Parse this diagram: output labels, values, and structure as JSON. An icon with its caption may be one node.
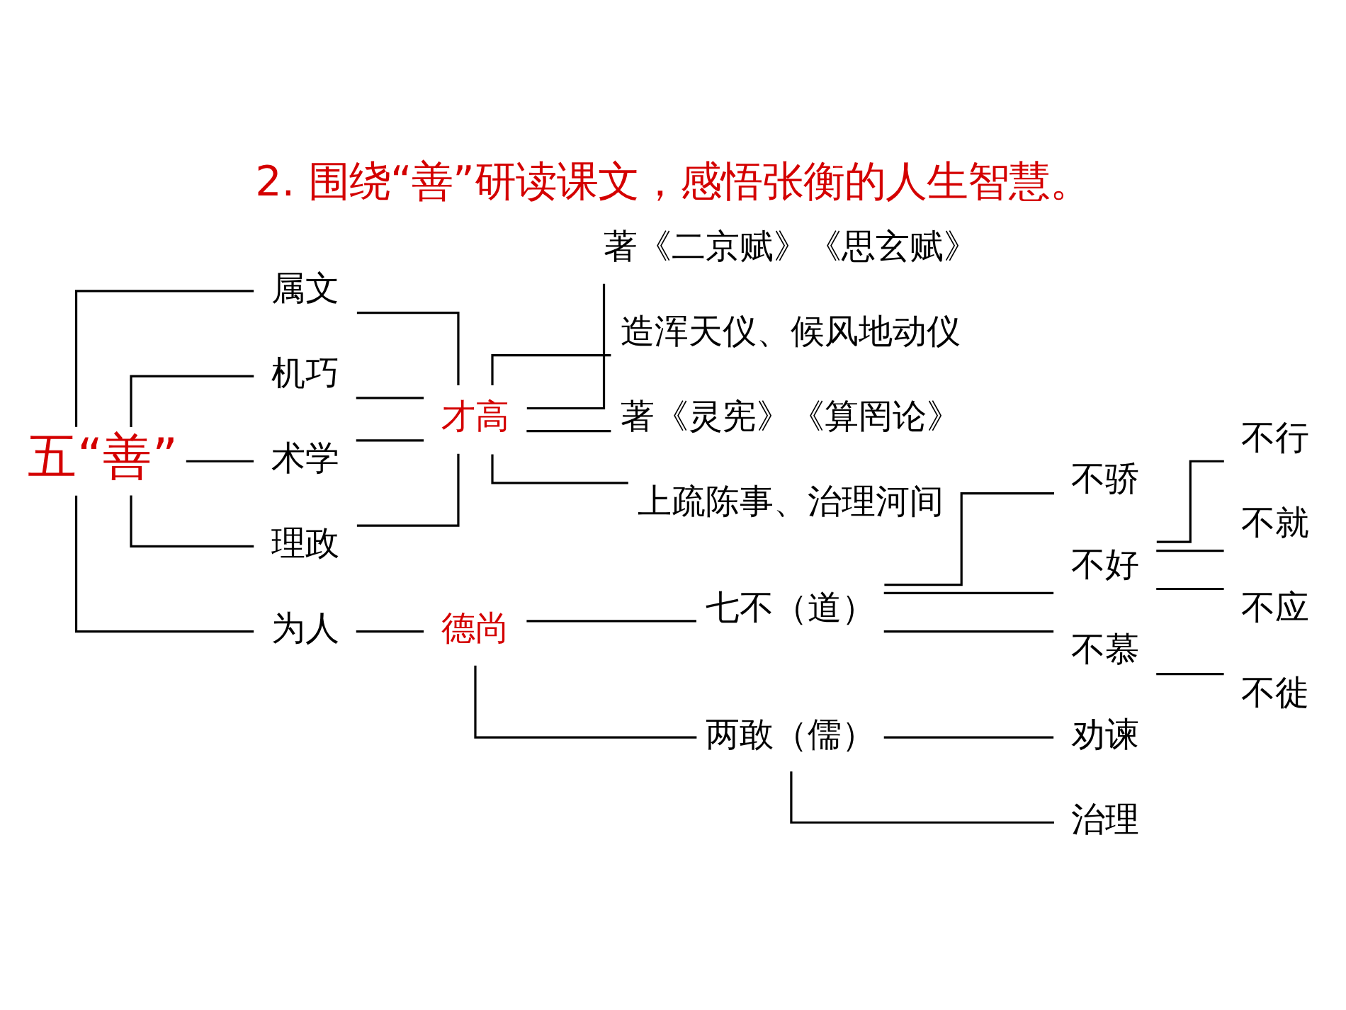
{
  "diagram": {
    "title": "2. 围绕“善”研读课文，感悟张衡的人生智慧。",
    "nodes": [
      {
        "text": [
          "五“善”"
        ]
      },
      {
        "text": [
          "属文"
        ]
      },
      {
        "text": [
          "机巧"
        ]
      },
      {
        "text": [
          "术学"
        ]
      },
      {
        "text": [
          "理政"
        ]
      },
      {
        "text": [
          "为人"
        ]
      },
      {
        "text": [
          "才高"
        ]
      },
      {
        "text": [
          "著《二京赋》《思玄赋》"
        ]
      },
      {
        "text": [
          "造浑天仪、候风地动仪"
        ]
      },
      {
        "text": [
          "著《灵宪》《算罔论》"
        ]
      },
      {
        "text": [
          "上疏陈事、治理河间"
        ]
      },
      {
        "text": [
          "德尚"
        ]
      },
      {
        "text": [
          "七不（道）"
        ]
      },
      {
        "text": [
          "两敢（儒）"
        ]
      },
      {
        "text": [
          "不骄"
        ]
      },
      {
        "text": [
          "不好"
        ]
      },
      {
        "text": [
          "不慕"
        ]
      },
      {
        "text": [
          "不行"
        ]
      },
      {
        "text": [
          "不就"
        ]
      },
      {
        "text": [
          "不应"
        ]
      },
      {
        "text": [
          "不徙"
        ]
      },
      {
        "text": [
          "劝谏"
        ]
      },
      {
        "text": [
          "治理"
        ]
      }
    ],
    "edges": [
      {
        "from": 0,
        "to": 1,
        "arrow": "none"
      },
      {
        "from": 0,
        "to": 2,
        "arrow": "none"
      },
      {
        "from": 0,
        "to": 3,
        "arrow": "none"
      },
      {
        "from": 0,
        "to": 4,
        "arrow": "none"
      },
      {
        "from": 0,
        "to": 5,
        "arrow": "none"
      },
      {
        "from": 1,
        "to": 6,
        "arrow": "none"
      },
      {
        "from": 2,
        "to": 6,
        "arrow": "none"
      },
      {
        "from": 3,
        "to": 6,
        "arrow": "none"
      },
      {
        "from": 4,
        "to": 6,
        "arrow": "none"
      },
      {
        "from": 6,
        "to": 7,
        "arrow": "none"
      },
      {
        "from": 6,
        "to": 8,
        "arrow": "none"
      },
      {
        "from": 6,
        "to": 9,
        "arrow": "none"
      },
      {
        "from": 6,
        "to": 10,
        "arrow": "none"
      },
      {
        "from": 5,
        "to": 11,
        "arrow": "none"
      },
      {
        "from": 11,
        "to": 12,
        "arrow": "none"
      },
      {
        "from": 11,
        "to": 13,
        "arrow": "none"
      },
      {
        "from": 12,
        "to": 14,
        "arrow": "none"
      },
      {
        "from": 12,
        "to": 15,
        "arrow": "none"
      },
      {
        "from": 12,
        "to": 16,
        "arrow": "none"
      },
      {
        "from": 15,
        "to": 17,
        "arrow": "none"
      },
      {
        "from": 15,
        "to": 18,
        "arrow": "none"
      },
      {
        "from": 15,
        "to": 19,
        "arrow": "none"
      },
      {
        "from": 16,
        "to": 20,
        "arrow": "none"
      },
      {
        "from": 13,
        "to": 21,
        "arrow": "none"
      },
      {
        "from": 13,
        "to": 22,
        "arrow": "none"
      }
    ]
  }
}
